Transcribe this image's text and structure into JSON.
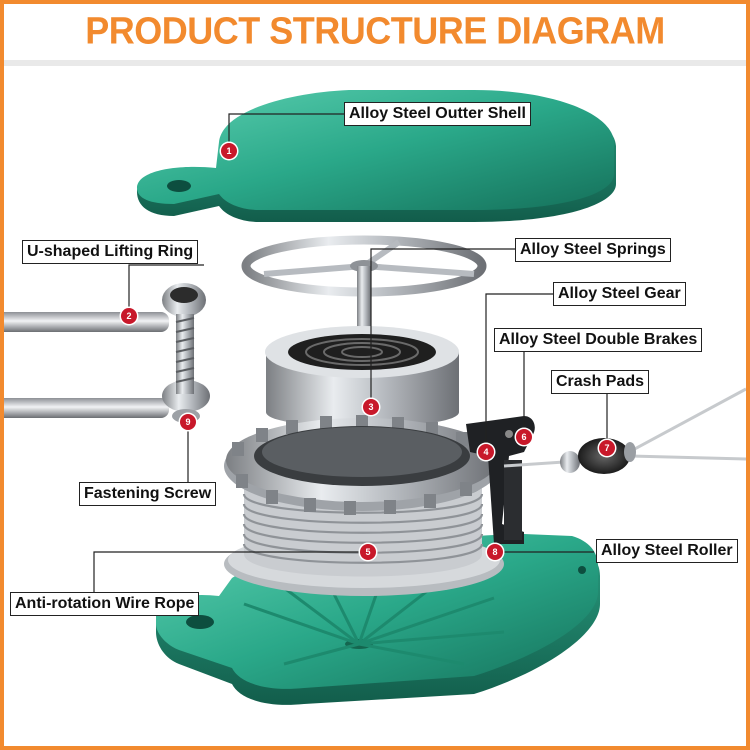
{
  "title": "PRODUCT STRUCTURE DIAGRAM",
  "labels": {
    "shell": "Alloy Steel Outter Shell",
    "lifting_ring": "U-shaped Lifting Ring",
    "springs": "Alloy Steel Springs",
    "gear": "Alloy Steel Gear",
    "brakes": "Alloy Steel Double Brakes",
    "crash_pads": "Crash Pads",
    "fastening_screw": "Fastening Screw",
    "roller": "Alloy Steel Roller",
    "wire_rope": "Anti-rotation Wire Rope"
  },
  "badges": {
    "b1": "1",
    "b2": "2",
    "b3": "3",
    "b4": "4",
    "b5": "5",
    "b6": "6",
    "b7": "7",
    "b8": "8",
    "b9": "9"
  },
  "colors": {
    "title": "#f28a2e",
    "border": "#f28a2e",
    "housing": "#2aa889",
    "badge": "#c8182a"
  }
}
